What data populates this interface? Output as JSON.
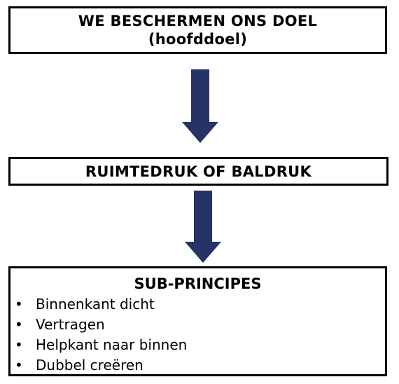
{
  "colors": {
    "arrow": "#253366",
    "border": "#000000",
    "text": "#000000"
  },
  "top_box": {
    "line1": "WE BESCHERMEN ONS DOEL",
    "line2": "(hoofddoel)"
  },
  "middle_box": {
    "label": "RUIMTEDRUK OF BALDRUK"
  },
  "bottom_box": {
    "title": "SUB-PRINCIPES",
    "items": [
      "Binnenkant dicht",
      "Vertragen",
      "Helpkant naar binnen",
      "Dubbel creëren"
    ]
  },
  "icons": [
    "arrow-down-icon",
    "arrow-down-icon",
    "bullet-icon"
  ]
}
